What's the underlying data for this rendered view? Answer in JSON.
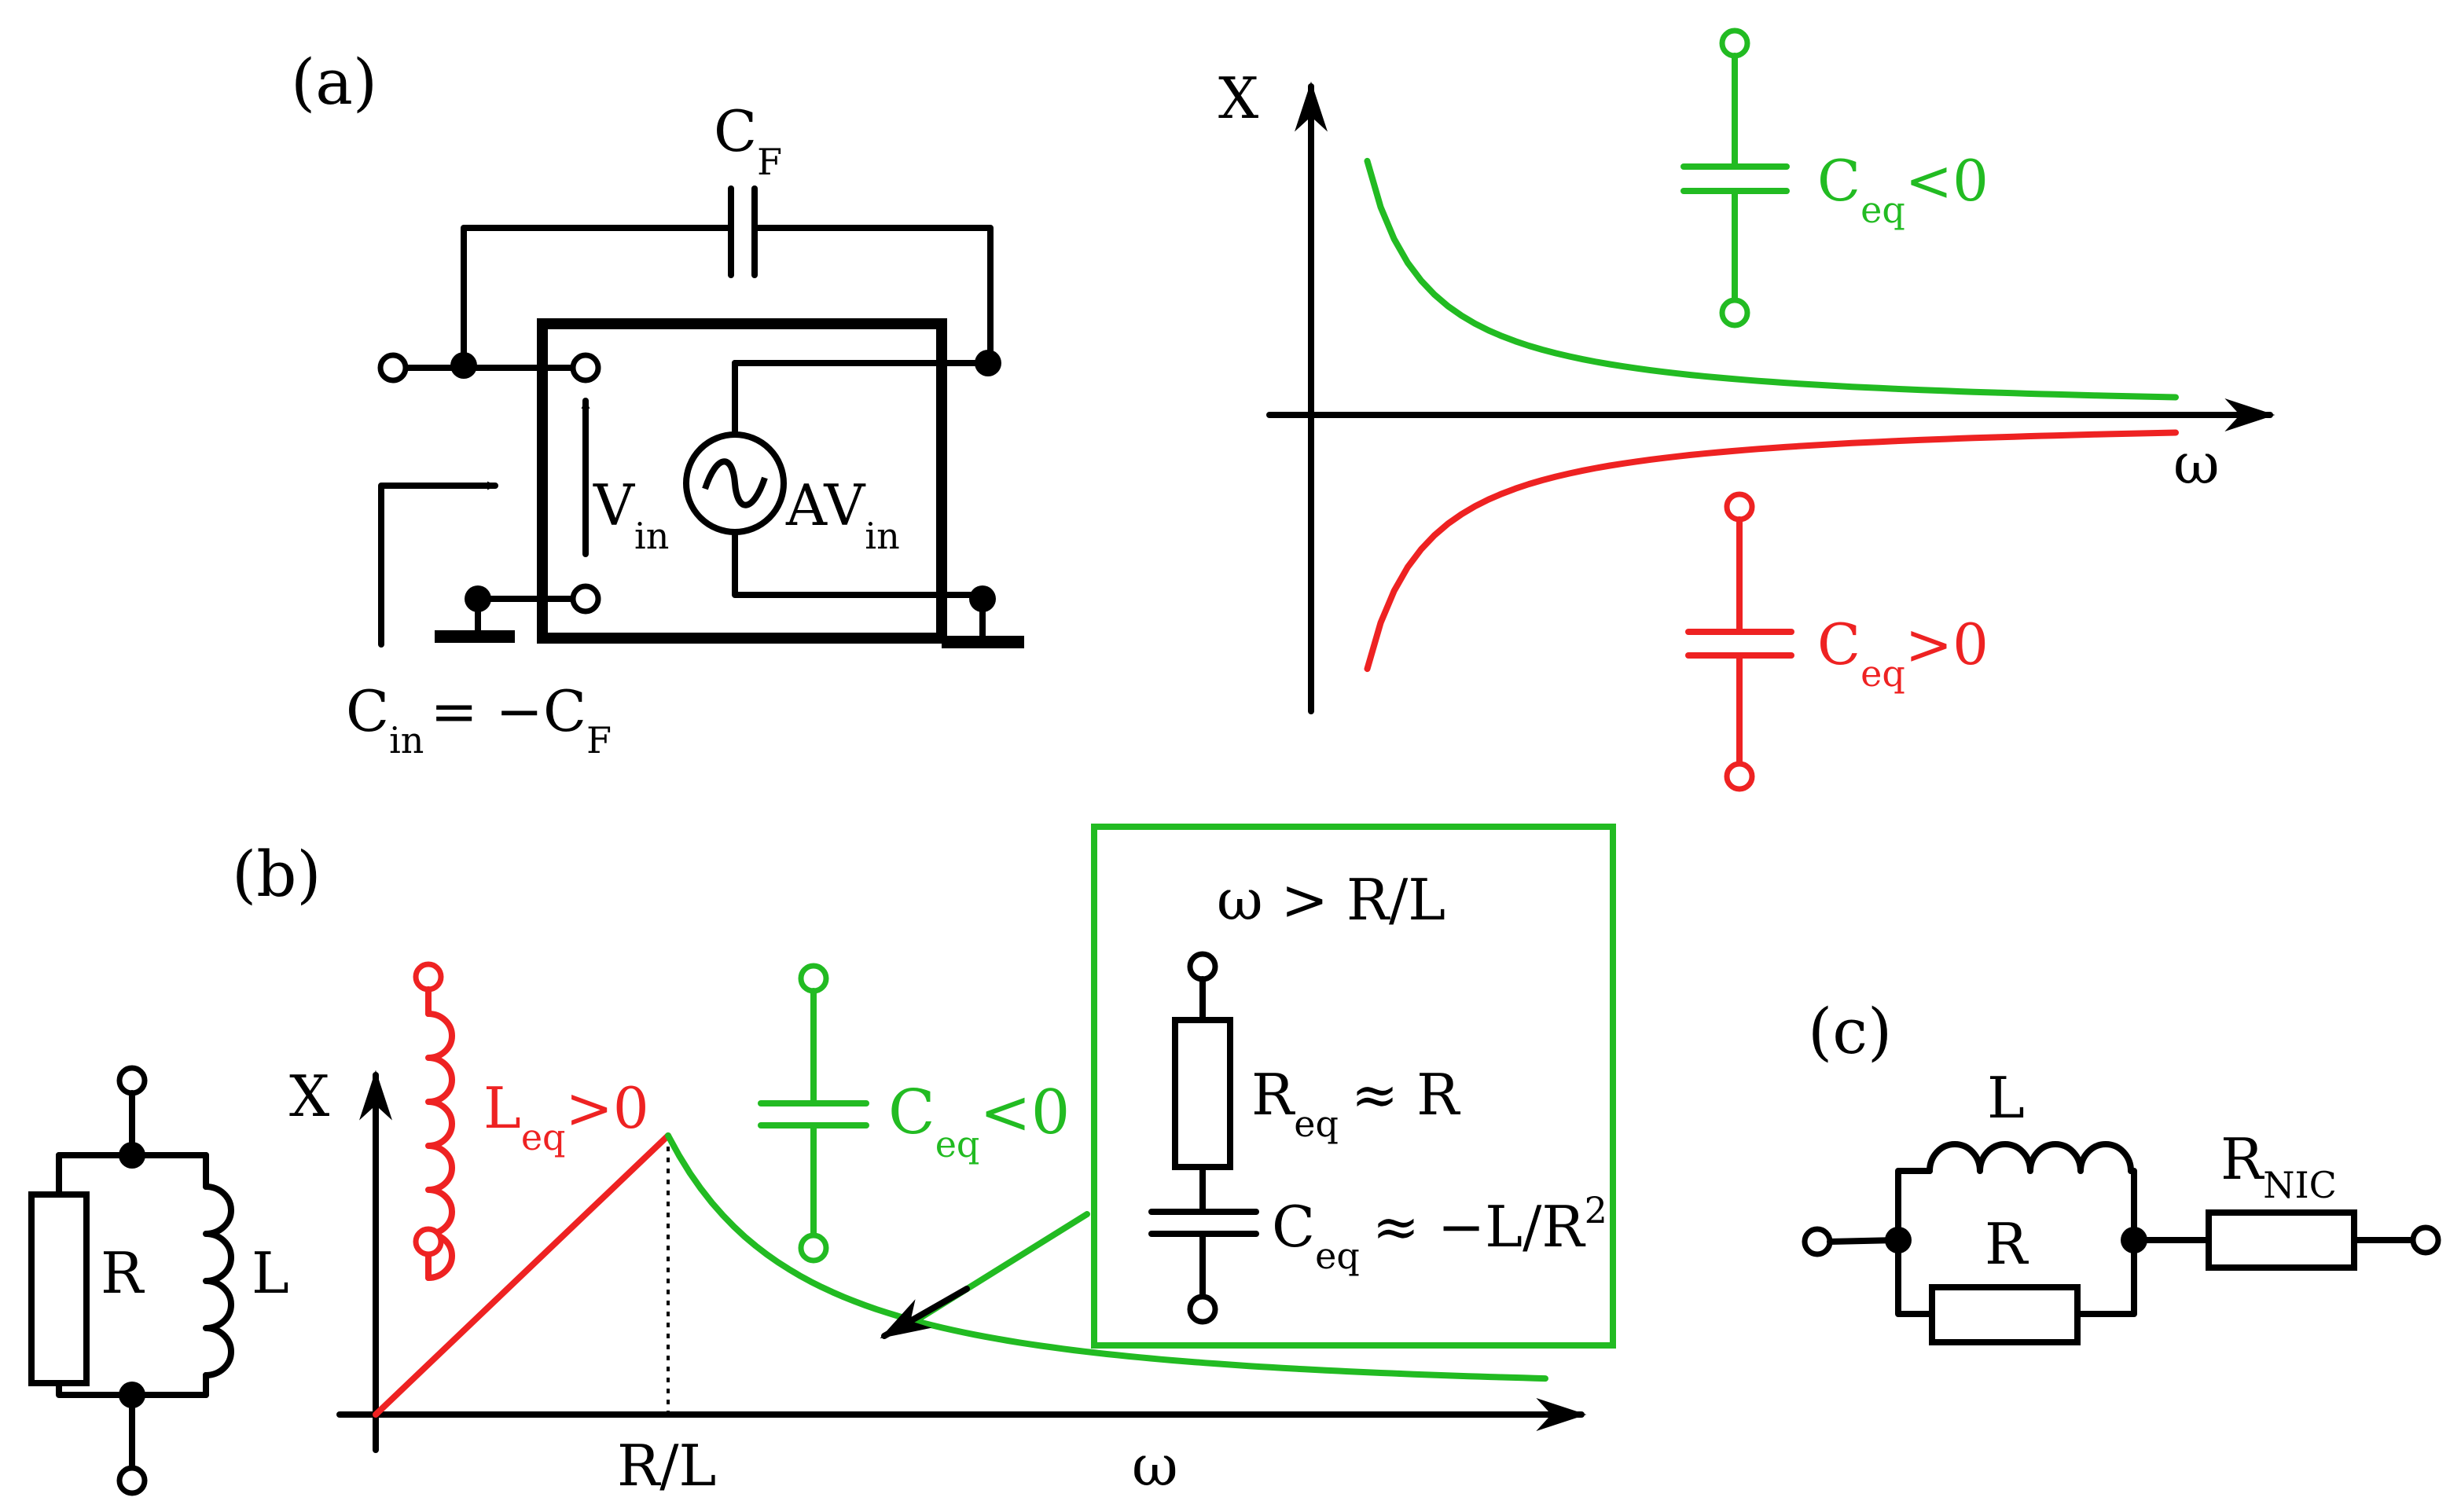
{
  "panel_labels": {
    "a": "(a)",
    "b": "(b)",
    "c": "(c)"
  },
  "panel_a": {
    "cf": {
      "main": "C",
      "sub": "F"
    },
    "vin": {
      "main": "V",
      "sub": "in"
    },
    "av": {
      "main": "AV",
      "sub": "in"
    },
    "cin": {
      "main": "C",
      "sub": "in",
      "eq": "= −C",
      "sub2": "F"
    },
    "plot": {
      "y_label": "X",
      "x_label": "ω",
      "green_label": {
        "main": "C",
        "sub": "eq",
        "rel": "<0"
      },
      "red_label": {
        "main": "C",
        "sub": "eq",
        "rel": ">0"
      }
    }
  },
  "panel_b": {
    "r_label": "R",
    "l_label": "L",
    "y_label": "X",
    "x_label": "ω",
    "x_tick": "R/L",
    "leq_label": {
      "main": "L",
      "sub": "eq",
      "rel": ">0"
    },
    "ceq_label": {
      "main": "C",
      "sub": "eq",
      "rel": "<0"
    },
    "inset": {
      "condition": "ω > R/L",
      "req": {
        "main": "R",
        "sub": "eq",
        "rel": "≈ R"
      },
      "ceq": {
        "main": "C",
        "sub": "eq",
        "rel": "≈ −L/R",
        "sup": "2"
      }
    }
  },
  "panel_c": {
    "l_label": "L",
    "r_label": "R",
    "rnic": {
      "main": "R",
      "sub": "NIC"
    }
  },
  "colors": {
    "positive": "#ee2222",
    "negative": "#22bb22",
    "wire": "#000000"
  },
  "chart_data": [
    {
      "type": "line",
      "panel": "a",
      "xlabel": "ω",
      "ylabel": "X",
      "series": [
        {
          "name": "C<sub>eq</sub><0",
          "color": "#22bb22",
          "x": [
            0.1,
            0.2,
            0.4,
            0.7,
            1.0
          ],
          "y": [
            0.88,
            0.44,
            0.22,
            0.13,
            0.09
          ]
        },
        {
          "name": "C<sub>eq</sub>>0",
          "color": "#ee2222",
          "x": [
            0.1,
            0.2,
            0.4,
            0.7,
            1.0
          ],
          "y": [
            -0.88,
            -0.44,
            -0.22,
            -0.13,
            -0.09
          ]
        }
      ]
    },
    {
      "type": "line",
      "panel": "b",
      "xlabel": "ω",
      "ylabel": "X",
      "series": [
        {
          "name": "L<sub>eq</sub>>0",
          "color": "#ee2222",
          "x": [
            0.0,
            1.0
          ],
          "y": [
            0.0,
            1.0
          ]
        },
        {
          "name": "C<sub>eq</sub><0",
          "color": "#22bb22",
          "x": [
            1.0,
            1.2,
            1.6,
            2.2,
            3.0,
            4.0
          ],
          "y": [
            1.0,
            0.6,
            0.3,
            0.17,
            0.1,
            0.07
          ]
        }
      ]
    }
  ]
}
